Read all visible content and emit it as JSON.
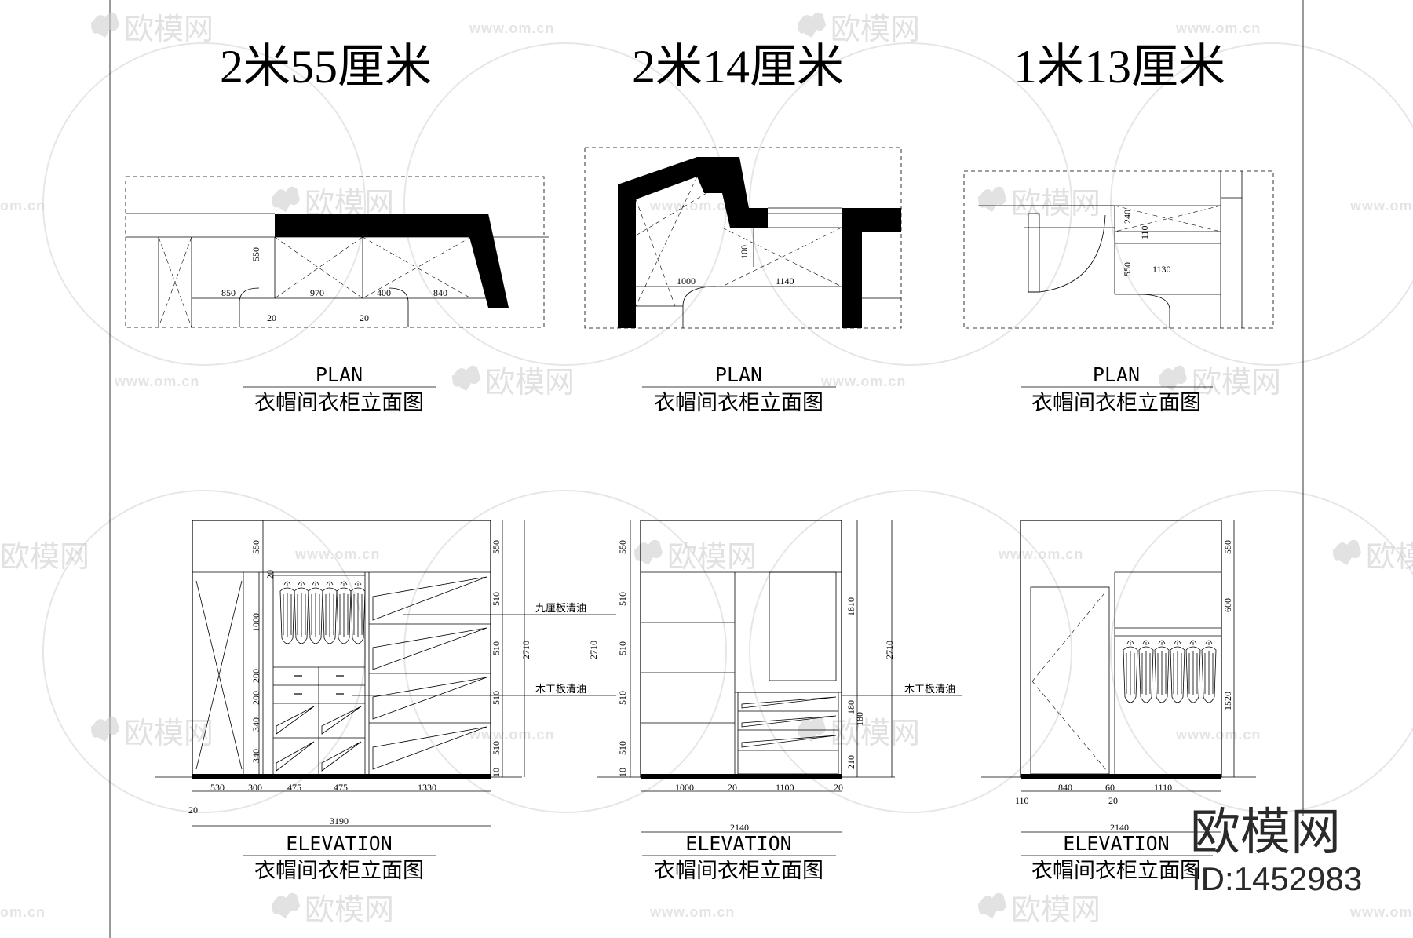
{
  "titles": [
    "2米55厘米",
    "2米14厘米",
    "1米13厘米"
  ],
  "plan_label_en": "PLAN",
  "elevation_label_en": "ELEVATION",
  "caption_cn": "衣帽间衣柜立面图",
  "watermark": {
    "brand_cn": "欧模网",
    "url": "www.om.cn",
    "url_short": "om.cn"
  },
  "brand": {
    "name": "欧模网",
    "id": "ID:1452983"
  },
  "plan1_dims": [
    "550",
    "850",
    "970",
    "400",
    "840",
    "20",
    "20"
  ],
  "plan2_dims": [
    "1000",
    "1140",
    "100"
  ],
  "plan3_dims": [
    "240",
    "110",
    "550",
    "1130"
  ],
  "elev1": {
    "left_dims": [
      "550",
      "20",
      "1000",
      "200",
      "200",
      "340",
      "340"
    ],
    "right_dims": [
      "550",
      "510",
      "510",
      "510",
      "510",
      "10"
    ],
    "total_height": "2710",
    "notes": [
      "九厘板清油",
      "木工板清油"
    ],
    "bottom_dims": [
      "530",
      "300",
      "475",
      "475",
      "1330"
    ],
    "extra_dim": "20",
    "total_width": "3190"
  },
  "elev2": {
    "left_dims": [
      "550",
      "510",
      "510",
      "510",
      "510",
      "10"
    ],
    "left_total": "2710",
    "right_dims": [
      "1810",
      "180",
      "180",
      "210"
    ],
    "total_height": "2710",
    "note": "木工板清油",
    "bottom_dims": [
      "1000",
      "20",
      "1100",
      "20"
    ],
    "total_width": "2140"
  },
  "elev3": {
    "right_dims": [
      "550",
      "600",
      "1520"
    ],
    "bottom_dims": [
      "110",
      "840",
      "60",
      "1110",
      "20"
    ],
    "total_width": "2140"
  }
}
